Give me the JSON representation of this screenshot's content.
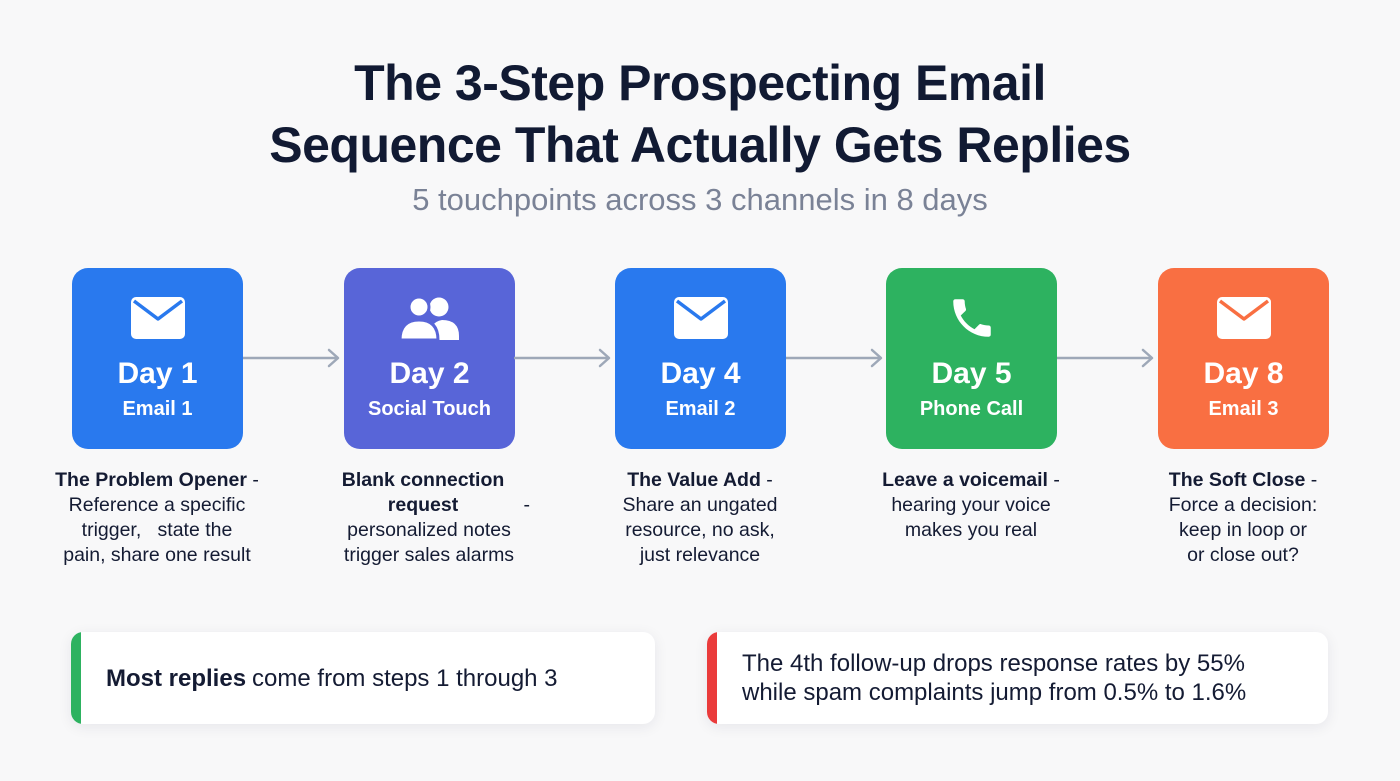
{
  "header": {
    "title_line1": "The 3-Step Prospecting Email",
    "title_line2": "Sequence That Actually Gets Replies",
    "subtitle": "5 touchpoints across 3 channels in 8 days"
  },
  "colors": {
    "email_blue": "#2979ee",
    "social_indigo": "#5865d8",
    "phone_green": "#2db260",
    "close_orange": "#f96f42",
    "arrow_gray": "#9ea8b8",
    "callout_green": "#2db260",
    "callout_red": "#ea3b3b"
  },
  "steps": [
    {
      "icon": "envelope-icon",
      "day": "Day 1",
      "channel": "Email 1",
      "color": "#2979ee",
      "desc_bold": "The Problem Opener",
      "desc_lines": [
        "Reference a specific",
        "trigger,   state the",
        "pain, share one result"
      ]
    },
    {
      "icon": "users-icon",
      "day": "Day 2",
      "channel": "Social Touch",
      "color": "#5865d8",
      "desc_bold": "Blank connection request",
      "desc_lines": [
        "personalized notes",
        "trigger sales alarms"
      ]
    },
    {
      "icon": "envelope-icon",
      "day": "Day 4",
      "channel": "Email 2",
      "color": "#2979ee",
      "desc_bold": "The Value Add",
      "desc_lines": [
        "Share an ungated",
        "resource, no ask,",
        "just relevance"
      ]
    },
    {
      "icon": "phone-icon",
      "day": "Day 5",
      "channel": "Phone Call",
      "color": "#2db260",
      "desc_bold": "Leave a voicemail",
      "desc_lines": [
        "hearing your voice",
        "makes you real"
      ]
    },
    {
      "icon": "envelope-icon",
      "day": "Day 8",
      "channel": "Email 3",
      "color": "#f96f42",
      "desc_bold": "The Soft Close",
      "desc_lines": [
        "Force a decision:",
        "keep in loop or",
        "or close out?"
      ]
    }
  ],
  "callouts": [
    {
      "bold": "Most replies",
      "text": "come from steps 1 through 3",
      "accent": "#2db260"
    },
    {
      "line1": "The 4th follow-up drops response rates by 55%",
      "line2": "while spam complaints jump from 0.5% to 1.6%",
      "accent": "#ea3b3b"
    }
  ]
}
